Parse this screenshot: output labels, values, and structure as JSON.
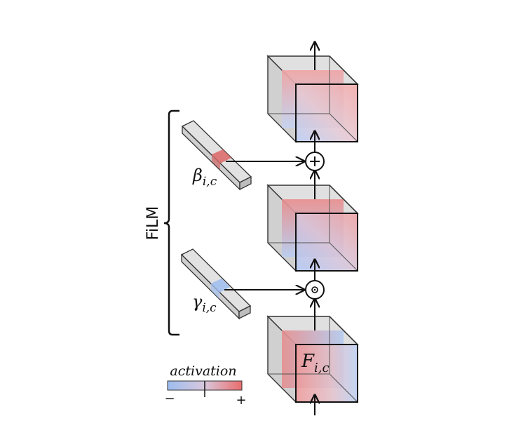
{
  "bracket_label": "FiLM",
  "beta": {
    "symbol": "β",
    "subscript": "i,c"
  },
  "gamma": {
    "symbol": "γ",
    "subscript": "i,c"
  },
  "feature": {
    "symbol": "F",
    "subscript": "i,c"
  },
  "operators": {
    "add": "+",
    "multiply": "⊙"
  },
  "legend": {
    "title": "activation",
    "min_label": "−",
    "max_label": "+"
  },
  "colors": {
    "negative": "#9dbdf0",
    "positive": "#e96d6d",
    "cube_face": "#d9d9d9",
    "outline": "#222222"
  }
}
